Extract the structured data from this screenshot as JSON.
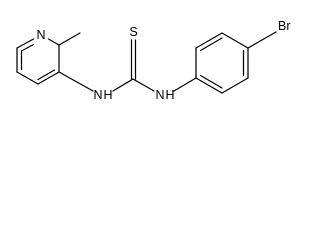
{
  "molecule": {
    "atoms": {
      "pyridine_nitrogen": "N",
      "thione_sulfur": "S",
      "amide_nitrogen_left": "N",
      "amide_hydrogen_left": "H",
      "amide_nitrogen_right": "N",
      "amide_hydrogen_right": "H",
      "bromine": "Br"
    },
    "colors": {
      "bond": "#000000",
      "label": "#000000",
      "background": "#ffffff"
    }
  }
}
